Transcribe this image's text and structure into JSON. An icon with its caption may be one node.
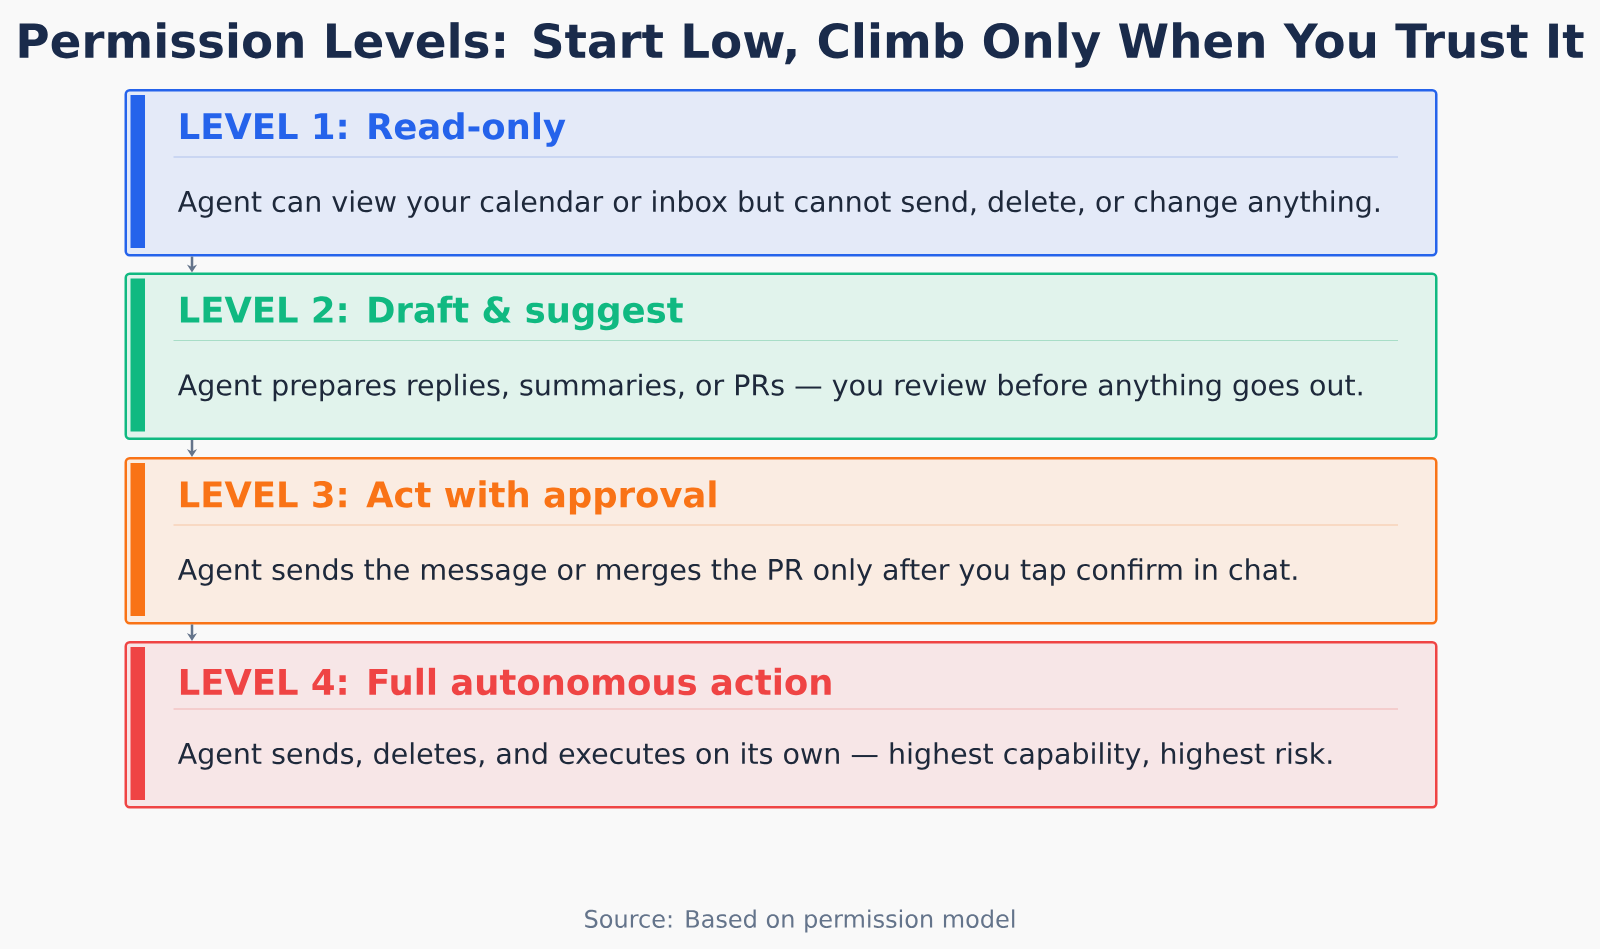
{
  "diagram": {
    "title": "Permission Levels: Start Low, Climb Only When You Trust It",
    "nodes": [
      {
        "text": [
          "LEVEL 1: Read-only",
          "Agent can view your calendar or inbox but cannot send, delete, or change anything."
        ]
      },
      {
        "text": [
          "LEVEL 2: Draft & suggest",
          "Agent prepares replies, summaries, or PRs — you review before anything goes out."
        ]
      },
      {
        "text": [
          "LEVEL 3: Act with approval",
          "Agent sends the message or merges the PR only after you tap confirm in chat."
        ]
      },
      {
        "text": [
          "LEVEL 4: Full autonomous action",
          "Agent sends, deletes, and executes on its own — highest capability, highest risk."
        ]
      }
    ],
    "edges": [
      {
        "from": 0,
        "to": 1,
        "arrow": "to"
      },
      {
        "from": 1,
        "to": 2,
        "arrow": "to"
      },
      {
        "from": 2,
        "to": 3,
        "arrow": "to"
      }
    ],
    "labels": [
      "Source: Based on permission model"
    ]
  }
}
